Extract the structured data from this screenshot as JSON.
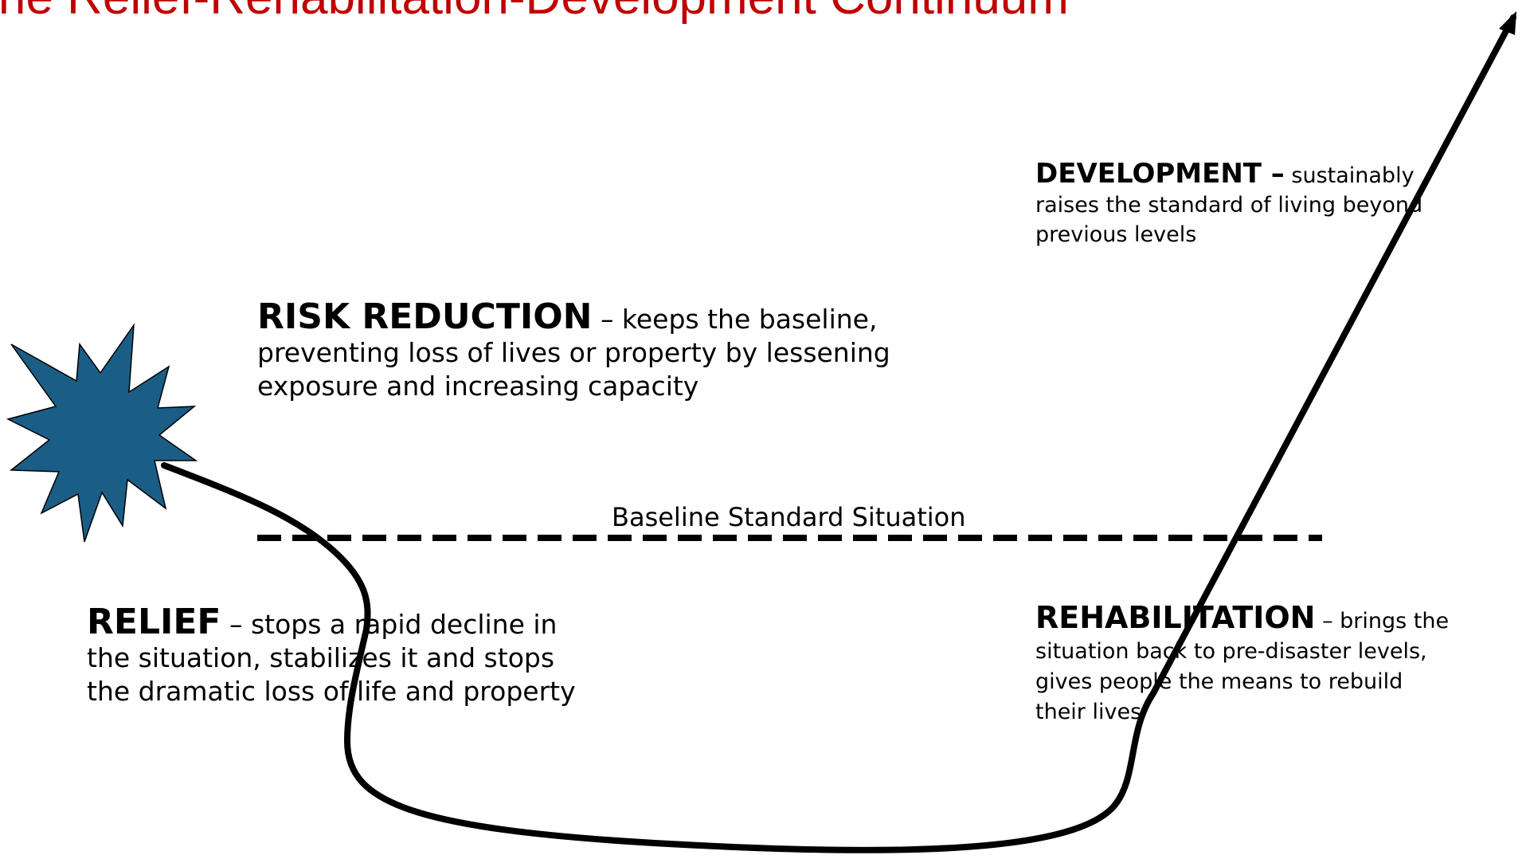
{
  "title": "The Relief-Rehabilitation-Development Continuum",
  "colors": {
    "title": "#c00000",
    "burst": "#1a5e86",
    "line": "#000000"
  },
  "risk_reduction": {
    "heading": "RISK REDUCTION",
    "text": " – keeps the baseline, preventing loss of lives or property by lessening exposure and increasing capacity"
  },
  "relief": {
    "heading": "RELIEF",
    "text": " – stops a rapid decline in the situation, stabilizes it and stops the dramatic loss of life and property"
  },
  "development": {
    "heading": "DEVELOPMENT –",
    "text": " sustainably raises the standard of living beyond previous levels"
  },
  "rehabilitation": {
    "heading": "REHABILITATION",
    "text": " – brings the situation back to pre-disaster levels, gives people the means to rebuild their lives"
  },
  "baseline": {
    "label": "Baseline Standard Situation"
  },
  "icons": {
    "disaster": "starburst-icon",
    "arrowhead": "arrowhead-icon"
  }
}
